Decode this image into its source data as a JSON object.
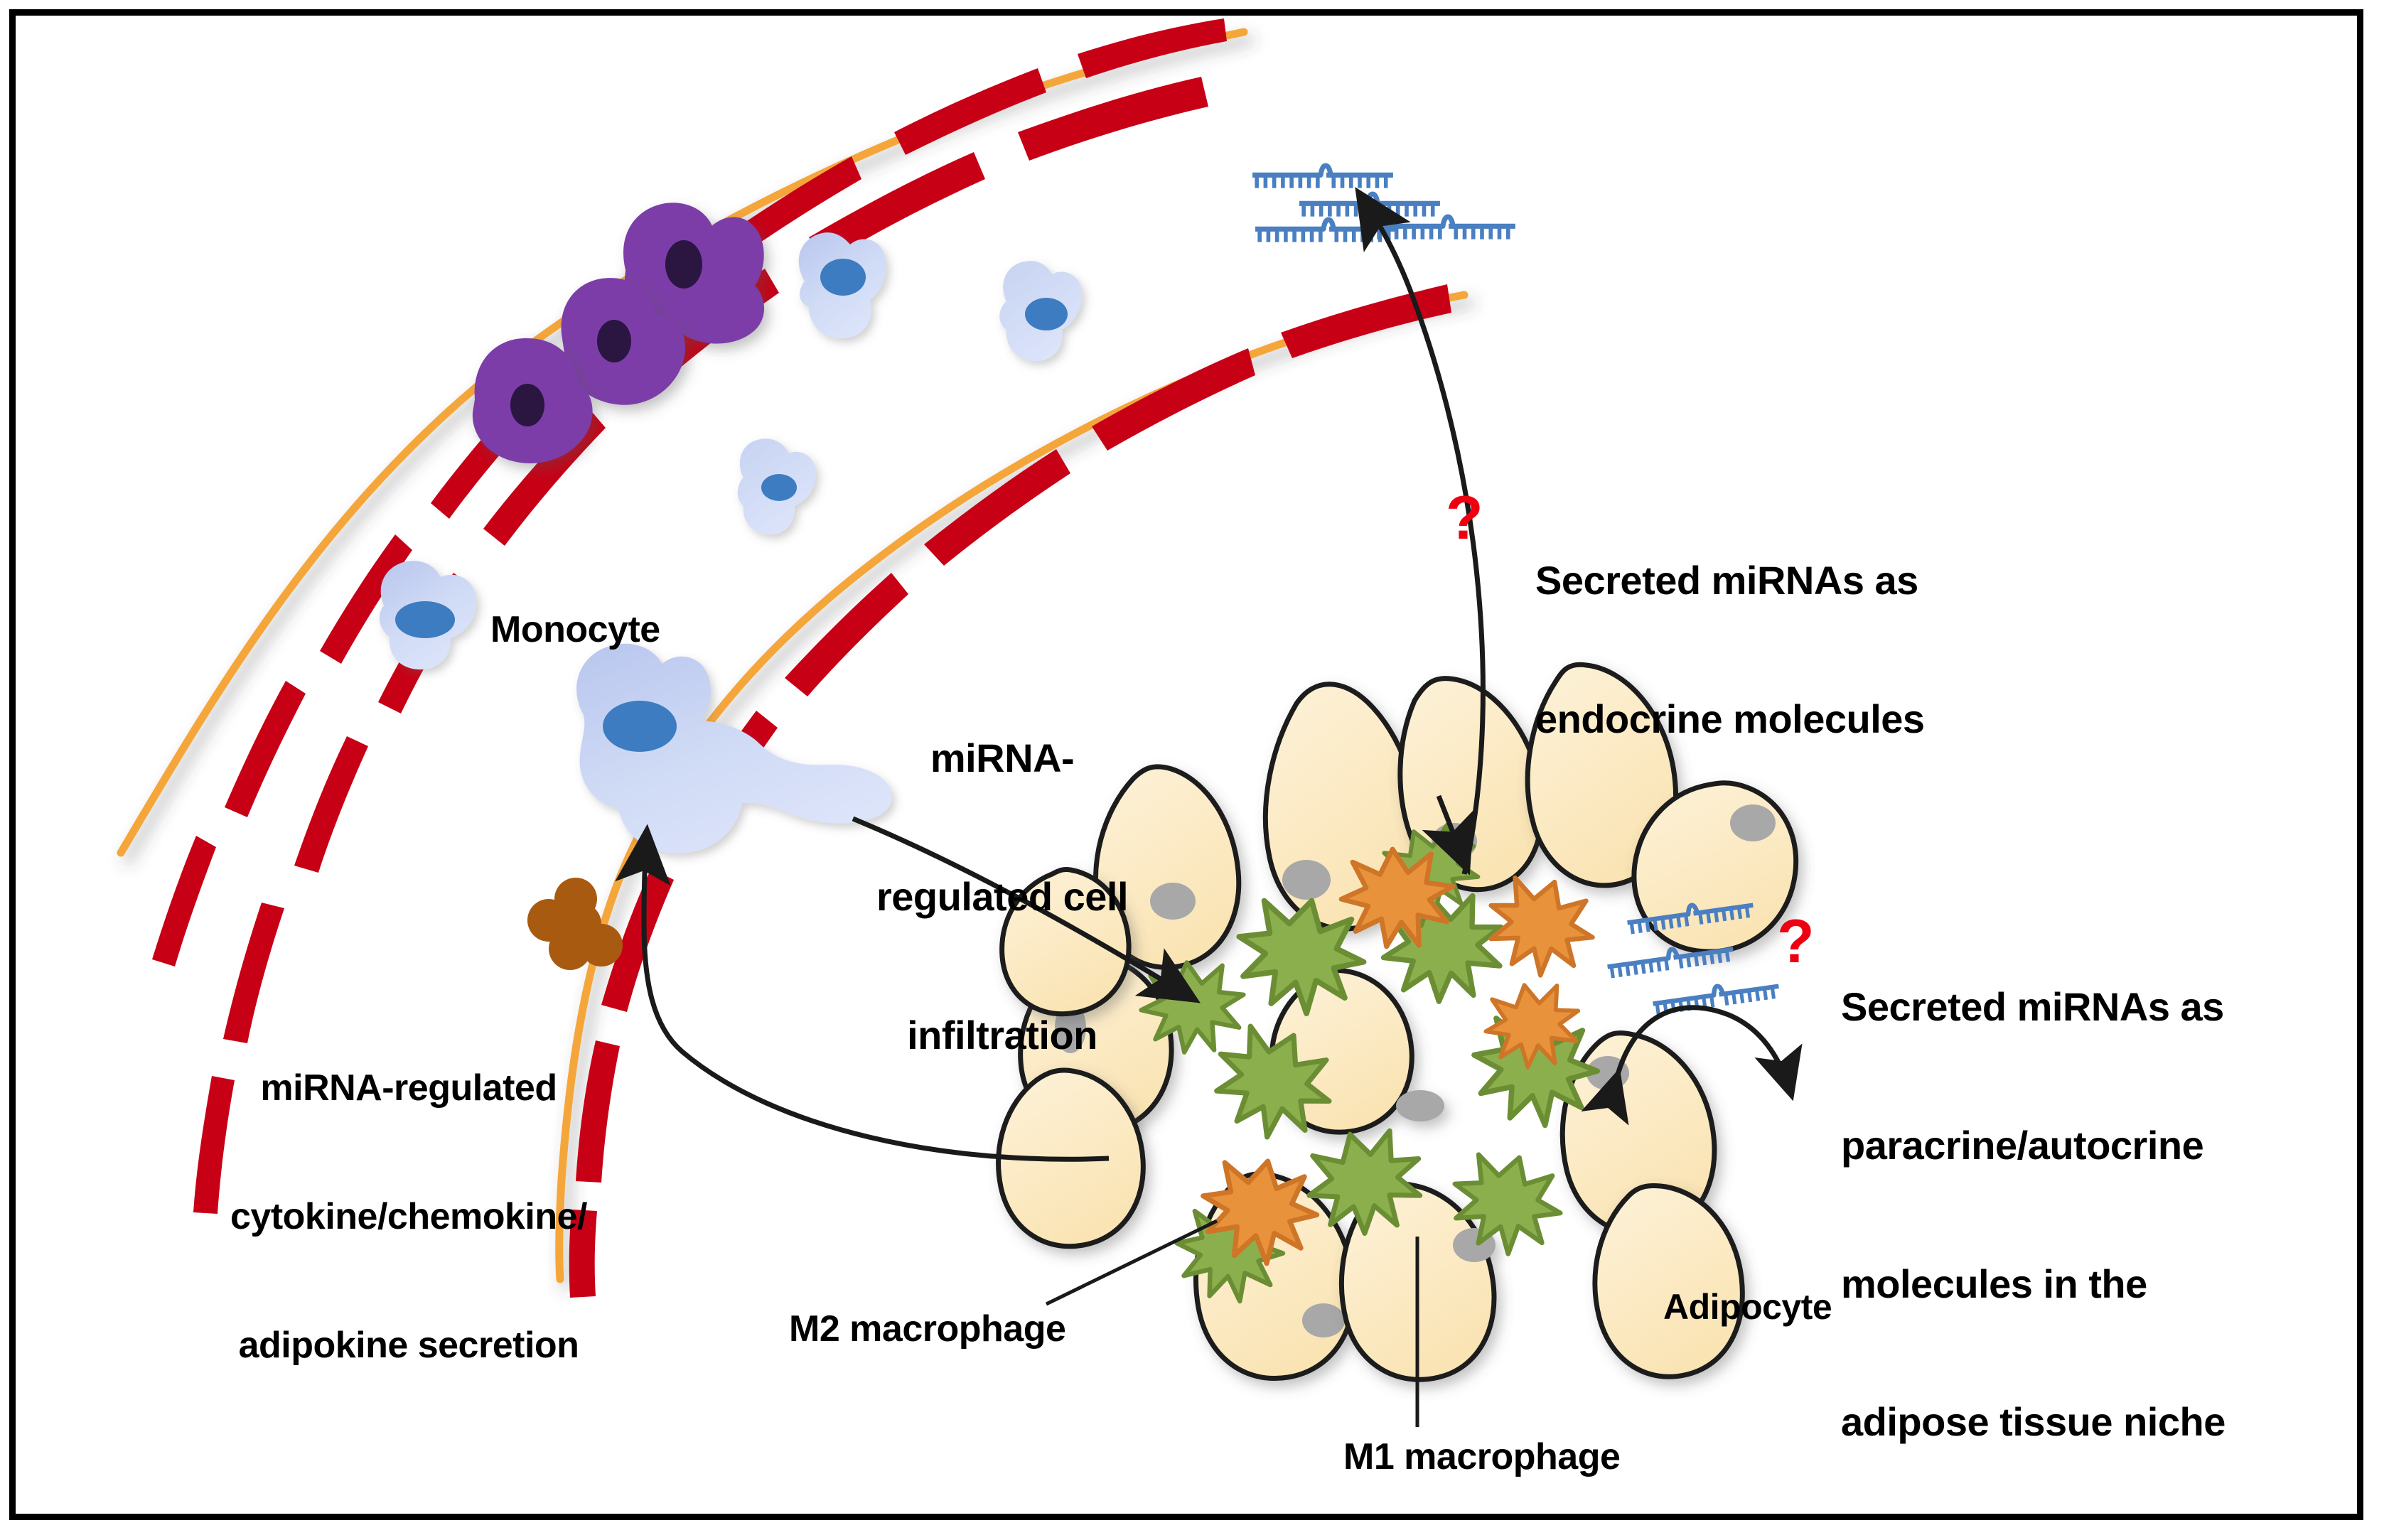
{
  "figure": {
    "title": "miRNA signalling in the adipose tissue niche",
    "border_color": "#000000",
    "background": "#ffffff"
  },
  "palette": {
    "vessel_outline": "#F5A63B",
    "endothelial_red": "#C70016",
    "purple_cell": "#7B3EA8",
    "purple_nucleus": "#2A1440",
    "monocyte_body": "#C3CFF0",
    "monocyte_nucleus": "#3D7CC0",
    "adipocyte_fill": "#FBE9C0",
    "adipocyte_outline": "#1A1A1A",
    "adipocyte_nucleus": "#A8A8A8",
    "m2_green": "#7FA63F",
    "m2_green_dark": "#6B8E34",
    "m1_orange": "#E08A32",
    "m1_orange_dark": "#C9762A",
    "mirna_blue": "#4A7FC1",
    "cytokine_brown": "#A85A10",
    "question_red": "#EE0011",
    "arrow_black": "#1A1A1A"
  },
  "labels": {
    "monocyte": "Monocyte",
    "mirna_cell_infiltration": [
      "miRNA-",
      "regulated cell",
      "infiltration"
    ],
    "mirna_cytokine_secretion": [
      "miRNA-regulated",
      "cytokine/chemokine/",
      "adipokine secretion"
    ],
    "secreted_endocrine": [
      "Secreted miRNAs as",
      "endocrine molecules"
    ],
    "secreted_paracrine": [
      "Secreted miRNAs as",
      "paracrine/autocrine",
      "molecules in the",
      "adipose tissue niche"
    ],
    "m2_macrophage": "M2 macrophage",
    "m1_macrophage": "M1 macrophage",
    "adipocyte": "Adipocyte",
    "question_endocrine": "?",
    "question_paracrine": "?"
  },
  "icons": {
    "mirna_hairpin": "mirna-hairpin-icon",
    "cytokine_cluster": "cytokine-cluster-icon",
    "arrow_head": "arrow-head-icon",
    "question_mark": "question-mark-icon"
  },
  "counts": {
    "endocrine_mirna_hairpins": 4,
    "paracrine_mirna_hairpins": 3,
    "purple_cells": 3,
    "monocytes_in_lumen": 4,
    "adipocytes": 14,
    "m2_macrophages": 9,
    "m1_macrophages": 4,
    "cytokine_dots": 5
  }
}
